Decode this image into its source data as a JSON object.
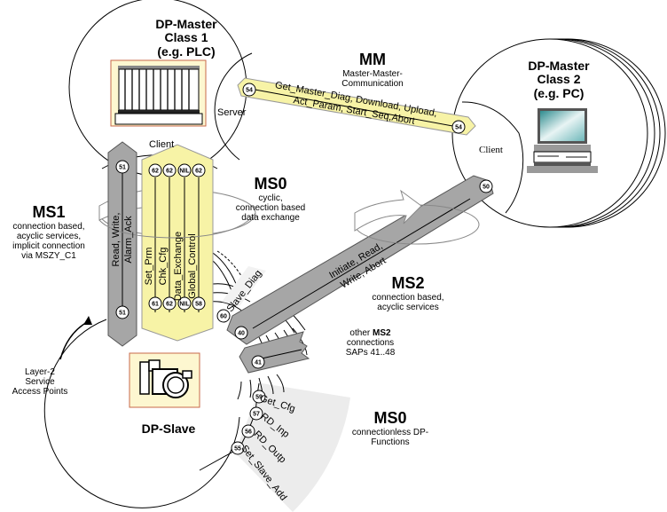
{
  "master1": {
    "title_lines": [
      "DP-Master",
      "Class 1",
      "(e.g. PLC)"
    ],
    "server_label": "Server",
    "client_label": "Client",
    "device_icon": "plc-rack-icon"
  },
  "master2": {
    "title_lines": [
      "DP-Master",
      "Class 2",
      "(e.g. PC)"
    ],
    "client_label": "Client",
    "device_icon": "pc-computer-icon"
  },
  "slave": {
    "title": "DP-Slave",
    "device_icon": "field-device-icon"
  },
  "mm": {
    "title": "MM",
    "desc_lines": [
      "Master-Master-",
      "Communication"
    ],
    "services_lines": [
      "Get_Master_Diag, Download, Upload,",
      "Act_Param, Start_Seq,Abort"
    ],
    "sap_left": "54",
    "sap_right": "54"
  },
  "ms1": {
    "title": "MS1",
    "desc_lines": [
      "connection based,",
      "acyclic services,",
      "implicit connection",
      "via MSZY_C1"
    ],
    "services": [
      "Read, Write,",
      "Alarm_Ack"
    ],
    "sap_top": "51",
    "sap_bottom": "51"
  },
  "ms0_cyclic": {
    "title": "MS0",
    "desc_lines": [
      "cyclic,",
      "connection based",
      "data exchange"
    ],
    "services": [
      "Set_Prm",
      "Chk_Cfg",
      "Data_Exchange",
      "Global_Control"
    ],
    "saps_top": [
      "62",
      "62",
      "NIL",
      "62"
    ],
    "saps_bottom": [
      "61",
      "62",
      "NIL",
      "58"
    ],
    "slave_diag": {
      "label": "Slave_Diag",
      "sap": "60"
    }
  },
  "ms2": {
    "title": "MS2",
    "desc_lines": [
      "connection based,",
      "acyclic services"
    ],
    "services_lines": [
      "Initiate, Read,",
      "Write, Abort"
    ],
    "sap_slave": "40",
    "sap_master": "50",
    "other": {
      "prefix": "other ",
      "bold": "MS2",
      "lines": [
        "connections",
        "SAPs 41..48"
      ],
      "sap": "41"
    }
  },
  "ms0_connectionless": {
    "title": "MS0",
    "desc_lines": [
      "connectionless DP-",
      "Functions"
    ],
    "services": [
      {
        "label": "Get_Cfg",
        "sap": "59"
      },
      {
        "label": "RD_Inp",
        "sap": "57"
      },
      {
        "label": "RD_Outp",
        "sap": "56"
      },
      {
        "label": "Set_Slave_Add",
        "sap": "55"
      }
    ]
  },
  "layer2": {
    "lines": [
      "Layer-2",
      "Service",
      "Access Points"
    ]
  },
  "colors": {
    "yellow_channel": "#f7f3a6",
    "gray_channel": "#a6a6a6",
    "light_gray_sector": "#ececec",
    "device_bg": "#fdf7d0",
    "device_border": "#c86a4a"
  }
}
